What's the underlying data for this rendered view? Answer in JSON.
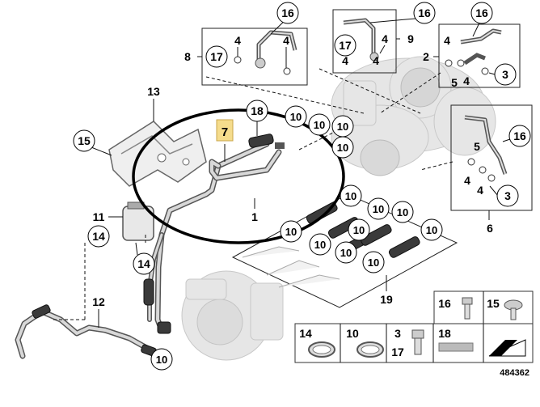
{
  "diagram_id": "484362",
  "highlight_color": "#f5dc8c",
  "labels": {
    "l1": "1",
    "l2": "2",
    "l3a": "3",
    "l3b": "3",
    "l3c": "3",
    "l4a": "4",
    "l4b": "4",
    "l4c": "4",
    "l4d": "4",
    "l4e": "4",
    "l4f": "4",
    "l4g": "4",
    "l4h": "4",
    "l4i": "4",
    "l5a": "5",
    "l5b": "5",
    "l6": "6",
    "l7": "7",
    "l8": "8",
    "l9": "9",
    "l10a": "10",
    "l10b": "10",
    "l10c": "10",
    "l10d": "10",
    "l10e": "10",
    "l10f": "10",
    "l10g": "10",
    "l10h": "10",
    "l10i": "10",
    "l10j": "10",
    "l10k": "10",
    "l10l": "10",
    "l10m": "10",
    "l10n": "10",
    "l11": "11",
    "l12": "12",
    "l13": "13",
    "l14a": "14",
    "l14b": "14",
    "l15": "15",
    "l16a": "16",
    "l16b": "16",
    "l16c": "16",
    "l16d": "16",
    "l17a": "17",
    "l17b": "17",
    "l18": "18",
    "l19": "19"
  },
  "legend": {
    "bolt_a": "16",
    "bolt_b": "15",
    "clamp_a": "14",
    "clamp_b": "10",
    "fitting_top": "3",
    "fitting_bottom": "17",
    "pad": "18"
  }
}
